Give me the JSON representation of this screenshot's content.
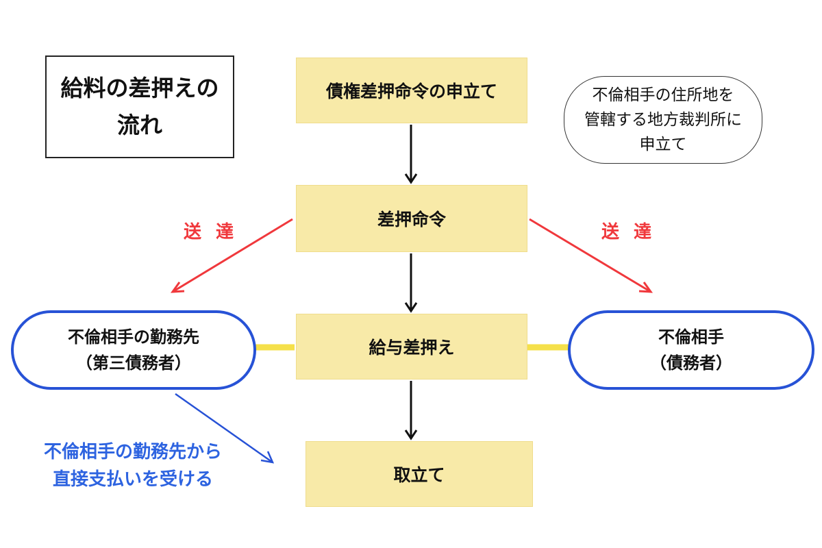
{
  "title": {
    "line1": "給料の差押えの",
    "line2": "流れ"
  },
  "steps": {
    "petition": "債権差押命令の申立て",
    "order": "差押命令",
    "garnish": "給与差押え",
    "collect": "取立て"
  },
  "bubble": {
    "line1": "不倫相手の住所地を",
    "line2": "管轄する地方裁判所に",
    "line3": "申立て"
  },
  "delivery_left": "送 達",
  "delivery_right": "送 達",
  "employer": {
    "line1": "不倫相手の勤務先",
    "line2": "（第三債務者）"
  },
  "debtor": {
    "line1": "不倫相手",
    "line2": "（債務者）"
  },
  "direct_payment": {
    "line1": "不倫相手の勤務先から",
    "line2": "直接支払いを受ける"
  },
  "colors": {
    "note": "#f8eaa8",
    "red": "#f0383c",
    "blue": "#2752d6",
    "yellow_connector": "#f5e04a"
  }
}
